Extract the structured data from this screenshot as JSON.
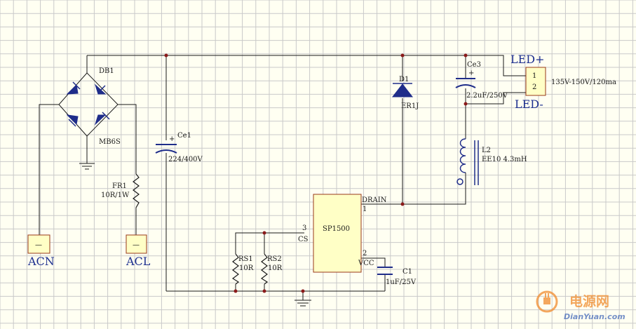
{
  "components": {
    "bridge": {
      "ref": "DB1",
      "value": "MB6S"
    },
    "fuse_resistor": {
      "ref": "FR1",
      "value": "10R/1W"
    },
    "bulk_cap": {
      "ref": "Ce1",
      "value": "224/400V"
    },
    "diode": {
      "ref": "D1",
      "value": "ER1J"
    },
    "output_cap": {
      "ref": "Ce3",
      "value": "2.2uF/250V"
    },
    "inductor": {
      "ref": "L2",
      "value": "EE10  4.3mH"
    },
    "ic": {
      "ref": "SP1500",
      "pin_drain": "DRAIN",
      "pin_cs": "CS",
      "pin_vcc": "VCC",
      "pin1": "1",
      "pin2": "2",
      "pin3": "3"
    },
    "rs1": {
      "ref": "RS1",
      "value": "10R"
    },
    "rs2": {
      "ref": "RS2",
      "value": "10R"
    },
    "c1": {
      "ref": "C1",
      "value": "1uF/25V"
    },
    "led_connector": {
      "pin1": "1",
      "pin2": "2",
      "spec": "135V-150V/120ma"
    },
    "plus_mark": "+"
  },
  "terminals": {
    "acn": {
      "label": "ACN",
      "mark": "—"
    },
    "acl": {
      "label": "ACL",
      "mark": "—"
    },
    "led_plus": "LED+",
    "led_minus": "LED-"
  },
  "watermark": {
    "logo_text": "电源网",
    "site": "DianYuan.com"
  }
}
